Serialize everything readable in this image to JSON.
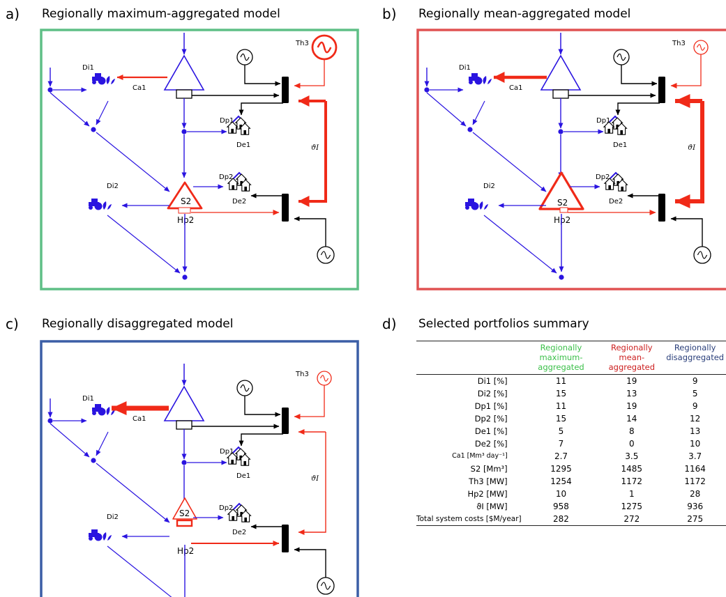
{
  "panels": {
    "a": {
      "letter": "a)",
      "title": "Regionally maximum-aggregated model",
      "border": "#5fbf86"
    },
    "b": {
      "letter": "b)",
      "title": "Regionally mean-aggregated model",
      "border": "#e05252"
    },
    "c": {
      "letter": "c)",
      "title": "Regionally disaggregated model",
      "border": "#3b5ea6"
    },
    "d": {
      "letter": "d)",
      "title": "Selected portfolios summary"
    }
  },
  "diagram_labels": {
    "di1": "Di1",
    "di2": "Di2",
    "ca1": "Ca1",
    "dp1": "Dp1",
    "de1": "De1",
    "dp2": "Dp2",
    "de2": "De2",
    "s2": "S2",
    "hp2": "Hp2",
    "th3": "Th3",
    "theta": "ϑI"
  },
  "colors": {
    "water": "#2a14e0",
    "power": "#000000",
    "highlight": "#f02a18"
  },
  "table": {
    "columns": [
      {
        "label": "Regionally maximum-aggregated",
        "color": "#3cc04a"
      },
      {
        "label": "Regionally mean-aggregated",
        "color": "#cc2020"
      },
      {
        "label": "Regionally disaggregated",
        "color": "#2a3f7a"
      }
    ],
    "rows": [
      {
        "label": "Di1 [%]",
        "values": [
          "11",
          "19",
          "9"
        ]
      },
      {
        "label": "Di2 [%]",
        "values": [
          "15",
          "13",
          "5"
        ]
      },
      {
        "label": "Dp1 [%]",
        "values": [
          "11",
          "19",
          "9"
        ]
      },
      {
        "label": "Dp2 [%]",
        "values": [
          "15",
          "14",
          "12"
        ]
      },
      {
        "label": "De1 [%]",
        "values": [
          "5",
          "8",
          "13"
        ]
      },
      {
        "label": "De2 [%]",
        "values": [
          "7",
          "0",
          "10"
        ]
      },
      {
        "label": "Ca1 [Mm³ day⁻¹]",
        "values": [
          "2.7",
          "3.5",
          "3.7"
        ]
      },
      {
        "label": "S2 [Mm³]",
        "values": [
          "1295",
          "1485",
          "1164"
        ]
      },
      {
        "label": "Th3 [MW]",
        "values": [
          "1254",
          "1172",
          "1172"
        ]
      },
      {
        "label": "Hp2 [MW]",
        "values": [
          "10",
          "1",
          "28"
        ]
      },
      {
        "label": "ϑI [MW]",
        "values": [
          "958",
          "1275",
          "936"
        ]
      },
      {
        "label": "Total system costs [$M/year]",
        "values": [
          "282",
          "272",
          "275"
        ]
      }
    ]
  }
}
